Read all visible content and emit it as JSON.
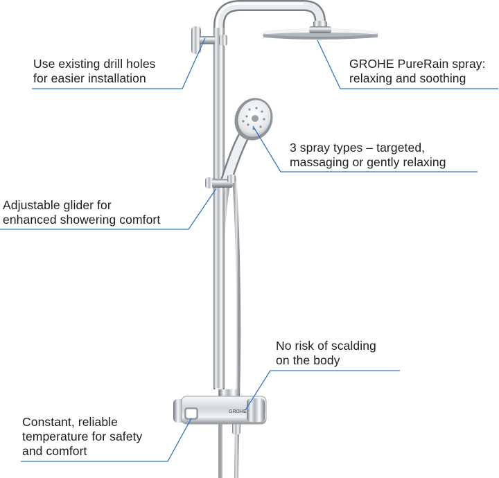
{
  "callouts": [
    {
      "id": "drill-holes",
      "lines": [
        "Use existing drill holes",
        "for easier installation"
      ]
    },
    {
      "id": "purerain",
      "lines": [
        "GROHE PureRain spray:",
        "relaxing and soothing"
      ]
    },
    {
      "id": "spray-types",
      "lines": [
        "3 spray types – targeted,",
        "massaging or gently relaxing"
      ]
    },
    {
      "id": "glider",
      "lines": [
        "Adjustable glider for",
        "enhanced showering comfort"
      ]
    },
    {
      "id": "scalding",
      "lines": [
        "No risk of scalding",
        "on the body"
      ]
    },
    {
      "id": "temperature",
      "lines": [
        "Constant, reliable",
        "temperature for safety",
        "and comfort"
      ]
    }
  ],
  "product": {
    "brand_mark": "GROHE"
  },
  "colors": {
    "leader_line": "#2f74c8",
    "text": "#1c1c1c",
    "chrome_light": "#fafbfc",
    "chrome_dark": "#6f757c",
    "background": "#ffffff"
  }
}
